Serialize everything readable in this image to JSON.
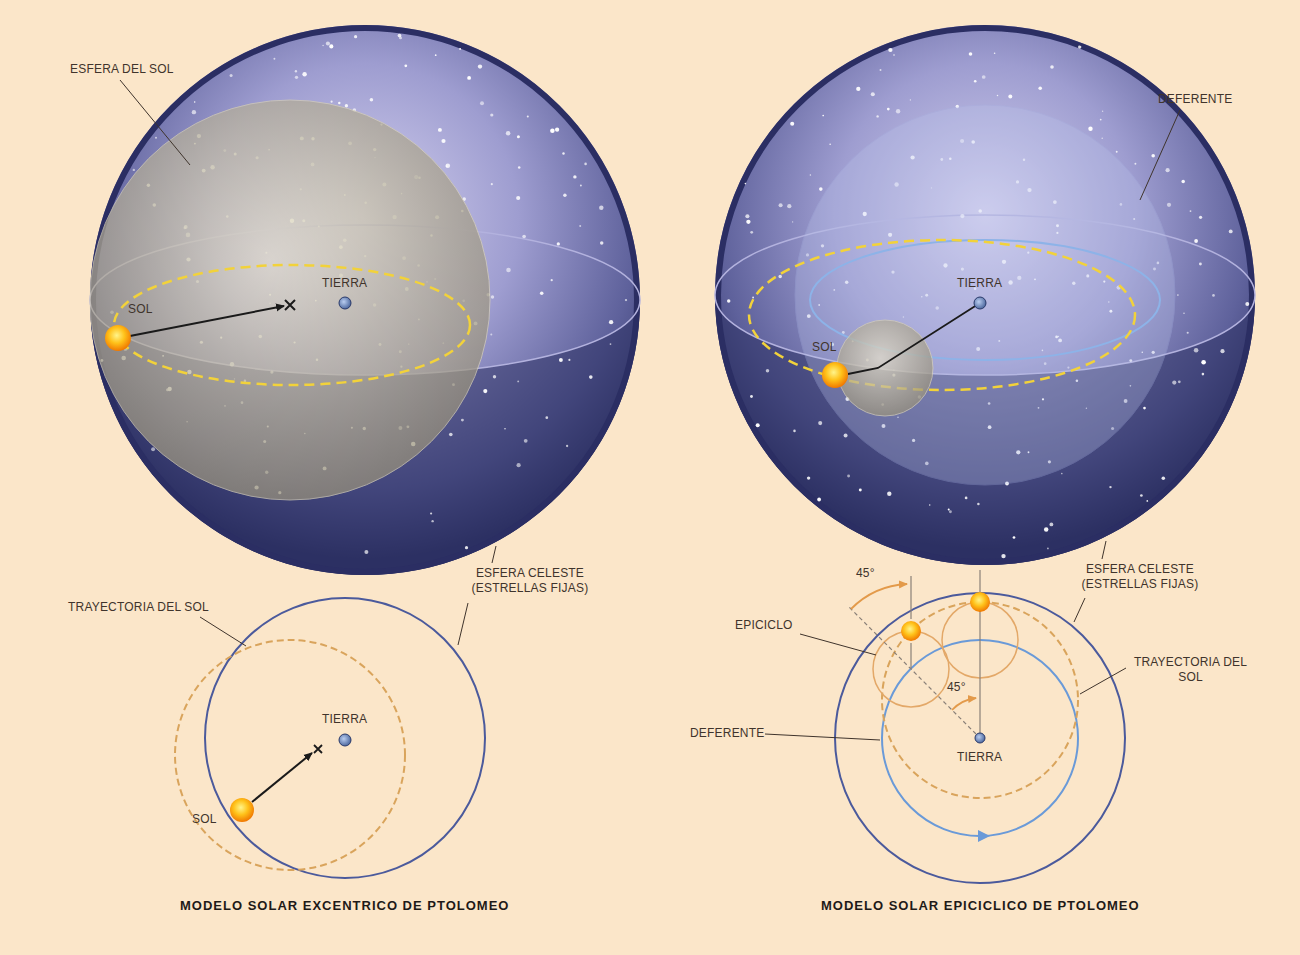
{
  "diagram": {
    "labels": [
      "ESFERA DEL SOL",
      "SOL",
      "TIERRA",
      "DEFERENTE",
      "TIERRA",
      "SOL",
      "TRAYECTORIA DEL SOL",
      "TIERRA",
      "SOL",
      "ESFERA CELESTE (ESTRELLAS FIJAS)",
      "MODELO SOLAR EXCENTRICO DE PTOLOMEO",
      "45°",
      "45°",
      "EPICICLO",
      "ESFERA CELESTE (ESTRELLAS FIJAS)",
      "TRAYECTORIA DEL SOL",
      "DEFERENTE",
      "TIERRA",
      "MODELO SOLAR EPICICLICO DE PTOLOMEO"
    ]
  }
}
